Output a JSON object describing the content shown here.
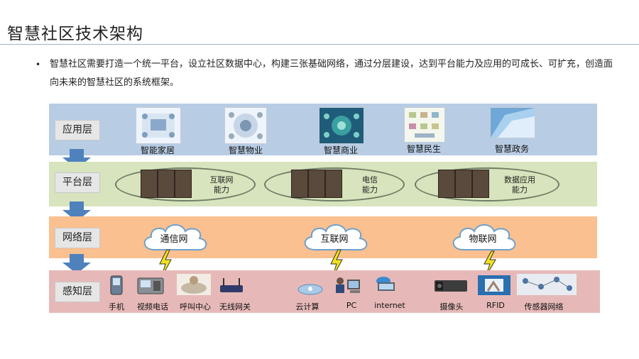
{
  "title": "智慧社区技术架构",
  "description": "智慧社区需要打造一个统一平台，设立社区数据中心，构建三张基础网络，通过分层建设，达到平台能力及应用的可成长、可扩充，创造面向未来的智慧社区的系统框架。",
  "bullet": "•",
  "layers": {
    "app": {
      "label": "应用层",
      "color": "#b8cce4",
      "items": [
        "智能家居",
        "智慧物业",
        "智慧商业",
        "智慧民生",
        "智慧政务"
      ]
    },
    "platform": {
      "label": "平台层",
      "color": "#d7e4bd",
      "groups": [
        {
          "line1": "互联网",
          "line2": "能力"
        },
        {
          "line1": "电信",
          "line2": "能力"
        },
        {
          "line1": "数据应用",
          "line2": "能力"
        }
      ]
    },
    "network": {
      "label": "网络层",
      "color": "#fac090",
      "clouds": [
        "通信网",
        "互联网",
        "物联网"
      ]
    },
    "perception": {
      "label": "感知层",
      "color": "#e6b9b8",
      "devices": [
        "手机",
        "视频电话",
        "呼叫中心",
        "无线网关",
        "云计算",
        "PC",
        "internet",
        "摄像头",
        "RFID",
        "传感器网络"
      ]
    }
  },
  "colors": {
    "arrow": "#4f81bd",
    "lightning": "#f2e41d",
    "ellipse_border": "#6f7b65"
  }
}
